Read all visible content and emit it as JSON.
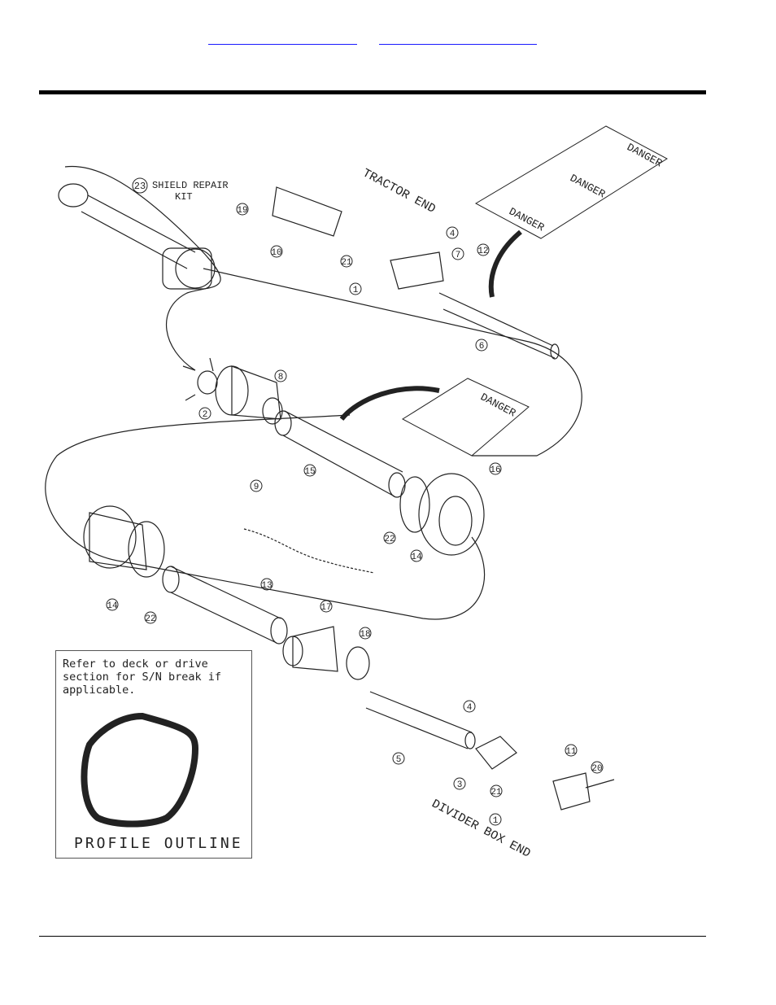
{
  "nav": {
    "link_a": "",
    "link_b": ""
  },
  "labels": {
    "shield_repair_kit": "SHIELD REPAIR",
    "shield_repair_kit_2": "KIT",
    "tractor_end": "TRACTOR END",
    "divider_box_end": "DIVIDER BOX END"
  },
  "decals": {
    "danger": "DANGER"
  },
  "callouts": [
    "1",
    "2",
    "3",
    "4",
    "5",
    "6",
    "7",
    "8",
    "9",
    "10",
    "11",
    "12",
    "13",
    "14",
    "15",
    "16",
    "17",
    "18",
    "19",
    "20",
    "21",
    "22",
    "23"
  ],
  "note": {
    "text": "Refer to deck or drive section for S/N break if applicable.",
    "profile": "PROFILE OUTLINE"
  },
  "colors": {
    "link": "#1a1aff",
    "line": "#222222"
  }
}
